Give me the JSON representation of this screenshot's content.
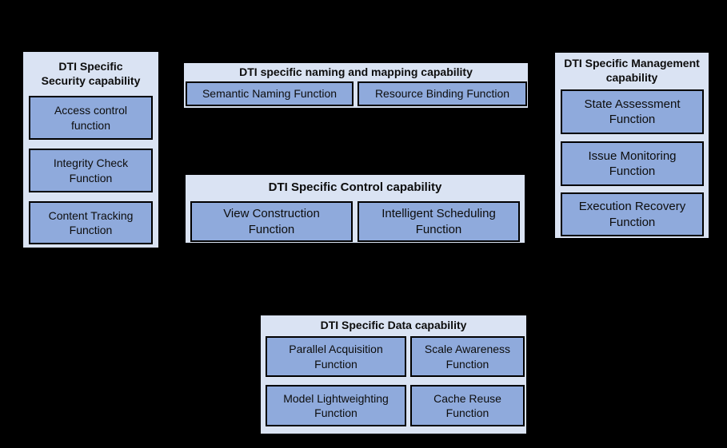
{
  "colors": {
    "bg": "#000000",
    "container-fill": "#dae3f3",
    "box-fill": "#8faadc",
    "line": "#000000",
    "text": "#0d0d0d"
  },
  "diagram": {
    "security": {
      "title": [
        "DTI Specific",
        "Security capability"
      ],
      "boxes": [
        [
          "Access control",
          "function"
        ],
        [
          "Integrity Check",
          "Function"
        ],
        [
          "Content Tracking",
          "Function"
        ]
      ]
    },
    "naming": {
      "title": [
        "DTI specific naming and mapping capability"
      ],
      "boxes": [
        [
          "Semantic Naming Function"
        ],
        [
          "Resource Binding Function"
        ]
      ]
    },
    "control": {
      "title": [
        "DTI Specific Control capability"
      ],
      "boxes": [
        [
          "View Construction",
          "Function"
        ],
        [
          "Intelligent Scheduling",
          "Function"
        ]
      ]
    },
    "management": {
      "title": [
        "DTI Specific Management",
        "capability"
      ],
      "boxes": [
        [
          "State Assessment",
          "Function"
        ],
        [
          "Issue Monitoring",
          "Function"
        ],
        [
          "Execution Recovery",
          "Function"
        ]
      ]
    },
    "data": {
      "title": [
        "DTI Specific Data capability"
      ],
      "boxes": [
        [
          "Parallel Acquisition",
          "Function"
        ],
        [
          "Scale Awareness",
          "Function"
        ],
        [
          "Model Lightweighting",
          "Function"
        ],
        [
          "Cache Reuse",
          "Function"
        ]
      ]
    }
  }
}
